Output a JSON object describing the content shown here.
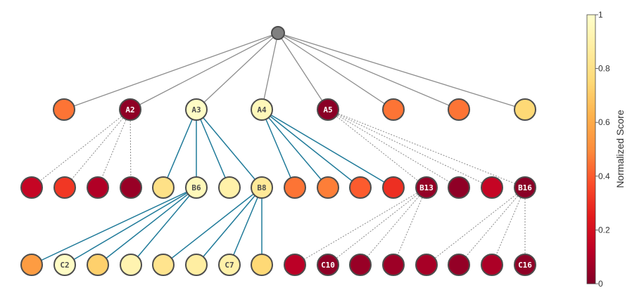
{
  "colors": {
    "stops": [
      "#800026",
      "#bd0026",
      "#e31a1c",
      "#fc4e2a",
      "#fd8d3c",
      "#feb24c",
      "#fed976",
      "#ffeda0",
      "#ffffcc"
    ],
    "solid_edge": "#1f7a99",
    "dashed_edge": "#8a8a8a",
    "root_edge": "#8c8c8c",
    "node_stroke": "#4d4d4d",
    "root_fill": "#808080",
    "label_light": "#ffffff",
    "label_dark": "#4d4d4d"
  },
  "colorbar": {
    "title": "Normalized Score",
    "ticks": [
      {
        "value": 0,
        "label": "0"
      },
      {
        "value": 0.2,
        "label": "0.2"
      },
      {
        "value": 0.4,
        "label": "0.4"
      },
      {
        "value": 0.6,
        "label": "0.6"
      },
      {
        "value": 0.8,
        "label": "0.8"
      },
      {
        "value": 1,
        "label": "1"
      }
    ]
  },
  "tree": {
    "root": {
      "id": "root",
      "label": ""
    },
    "levels": [
      [
        {
          "id": "A1",
          "label": "",
          "score": 0.45,
          "parent": "root",
          "edge": "root"
        },
        {
          "id": "A2",
          "label": "A2",
          "score": 0.03,
          "parent": "root",
          "edge": "root"
        },
        {
          "id": "A3",
          "label": "A3",
          "score": 0.98,
          "parent": "root",
          "edge": "root"
        },
        {
          "id": "A4",
          "label": "A4",
          "score": 0.95,
          "parent": "root",
          "edge": "root"
        },
        {
          "id": "A5",
          "label": "A5",
          "score": 0.02,
          "parent": "root",
          "edge": "root"
        },
        {
          "id": "A6",
          "label": "",
          "score": 0.45,
          "parent": "root",
          "edge": "root"
        },
        {
          "id": "A7",
          "label": "",
          "score": 0.45,
          "parent": "root",
          "edge": "root"
        },
        {
          "id": "A8",
          "label": "",
          "score": 0.75,
          "parent": "root",
          "edge": "root"
        }
      ],
      [
        {
          "id": "B1",
          "label": "",
          "score": 0.15,
          "parent": "A2",
          "edge": "dashed"
        },
        {
          "id": "B2",
          "label": "",
          "score": 0.32,
          "parent": "A2",
          "edge": "dashed"
        },
        {
          "id": "B3",
          "label": "",
          "score": 0.1,
          "parent": "A2",
          "edge": "dashed"
        },
        {
          "id": "B4",
          "label": "",
          "score": 0.05,
          "parent": "A2",
          "edge": "dashed"
        },
        {
          "id": "B5",
          "label": "",
          "score": 0.8,
          "parent": "A3",
          "edge": "solid"
        },
        {
          "id": "B6",
          "label": "B6",
          "score": 0.95,
          "parent": "A3",
          "edge": "solid"
        },
        {
          "id": "B7",
          "label": "",
          "score": 0.9,
          "parent": "A3",
          "edge": "solid"
        },
        {
          "id": "B8",
          "label": "B8",
          "score": 0.85,
          "parent": "A3",
          "edge": "solid"
        },
        {
          "id": "B9",
          "label": "",
          "score": 0.45,
          "parent": "A4",
          "edge": "solid"
        },
        {
          "id": "B10",
          "label": "",
          "score": 0.47,
          "parent": "A4",
          "edge": "solid"
        },
        {
          "id": "B11",
          "label": "",
          "score": 0.4,
          "parent": "A4",
          "edge": "solid"
        },
        {
          "id": "B12",
          "label": "",
          "score": 0.3,
          "parent": "A4",
          "edge": "solid"
        },
        {
          "id": "B13",
          "label": "B13",
          "score": 0.04,
          "parent": "A5",
          "edge": "dashed"
        },
        {
          "id": "B14",
          "label": "",
          "score": 0.03,
          "parent": "A5",
          "edge": "dashed"
        },
        {
          "id": "B15",
          "label": "",
          "score": 0.15,
          "parent": "A5",
          "edge": "dashed"
        },
        {
          "id": "B16",
          "label": "B16",
          "score": 0.02,
          "parent": "A5",
          "edge": "dashed"
        }
      ],
      [
        {
          "id": "C1",
          "label": "",
          "score": 0.55,
          "parent": "B6",
          "edge": "solid"
        },
        {
          "id": "C2",
          "label": "C2",
          "score": 0.98,
          "parent": "B6",
          "edge": "solid"
        },
        {
          "id": "C3",
          "label": "",
          "score": 0.72,
          "parent": "B6",
          "edge": "solid"
        },
        {
          "id": "C4",
          "label": "",
          "score": 0.92,
          "parent": "B6",
          "edge": "solid"
        },
        {
          "id": "C5",
          "label": "",
          "score": 0.82,
          "parent": "B8",
          "edge": "solid"
        },
        {
          "id": "C6",
          "label": "",
          "score": 0.88,
          "parent": "B8",
          "edge": "solid"
        },
        {
          "id": "C7",
          "label": "C7",
          "score": 0.9,
          "parent": "B8",
          "edge": "solid"
        },
        {
          "id": "C8",
          "label": "",
          "score": 0.75,
          "parent": "B8",
          "edge": "solid"
        },
        {
          "id": "C9",
          "label": "",
          "score": 0.12,
          "parent": "B13",
          "edge": "dashed"
        },
        {
          "id": "C10",
          "label": "C10",
          "score": 0.03,
          "parent": "B13",
          "edge": "dashed"
        },
        {
          "id": "C11",
          "label": "",
          "score": 0.05,
          "parent": "B13",
          "edge": "dashed"
        },
        {
          "id": "C12",
          "label": "",
          "score": 0.06,
          "parent": "B13",
          "edge": "dashed"
        },
        {
          "id": "C13",
          "label": "",
          "score": 0.08,
          "parent": "B16",
          "edge": "dashed"
        },
        {
          "id": "C14",
          "label": "",
          "score": 0.04,
          "parent": "B16",
          "edge": "dashed"
        },
        {
          "id": "C15",
          "label": "",
          "score": 0.09,
          "parent": "B16",
          "edge": "dashed"
        },
        {
          "id": "C16",
          "label": "C16",
          "score": 0.03,
          "parent": "B16",
          "edge": "dashed"
        }
      ]
    ]
  }
}
